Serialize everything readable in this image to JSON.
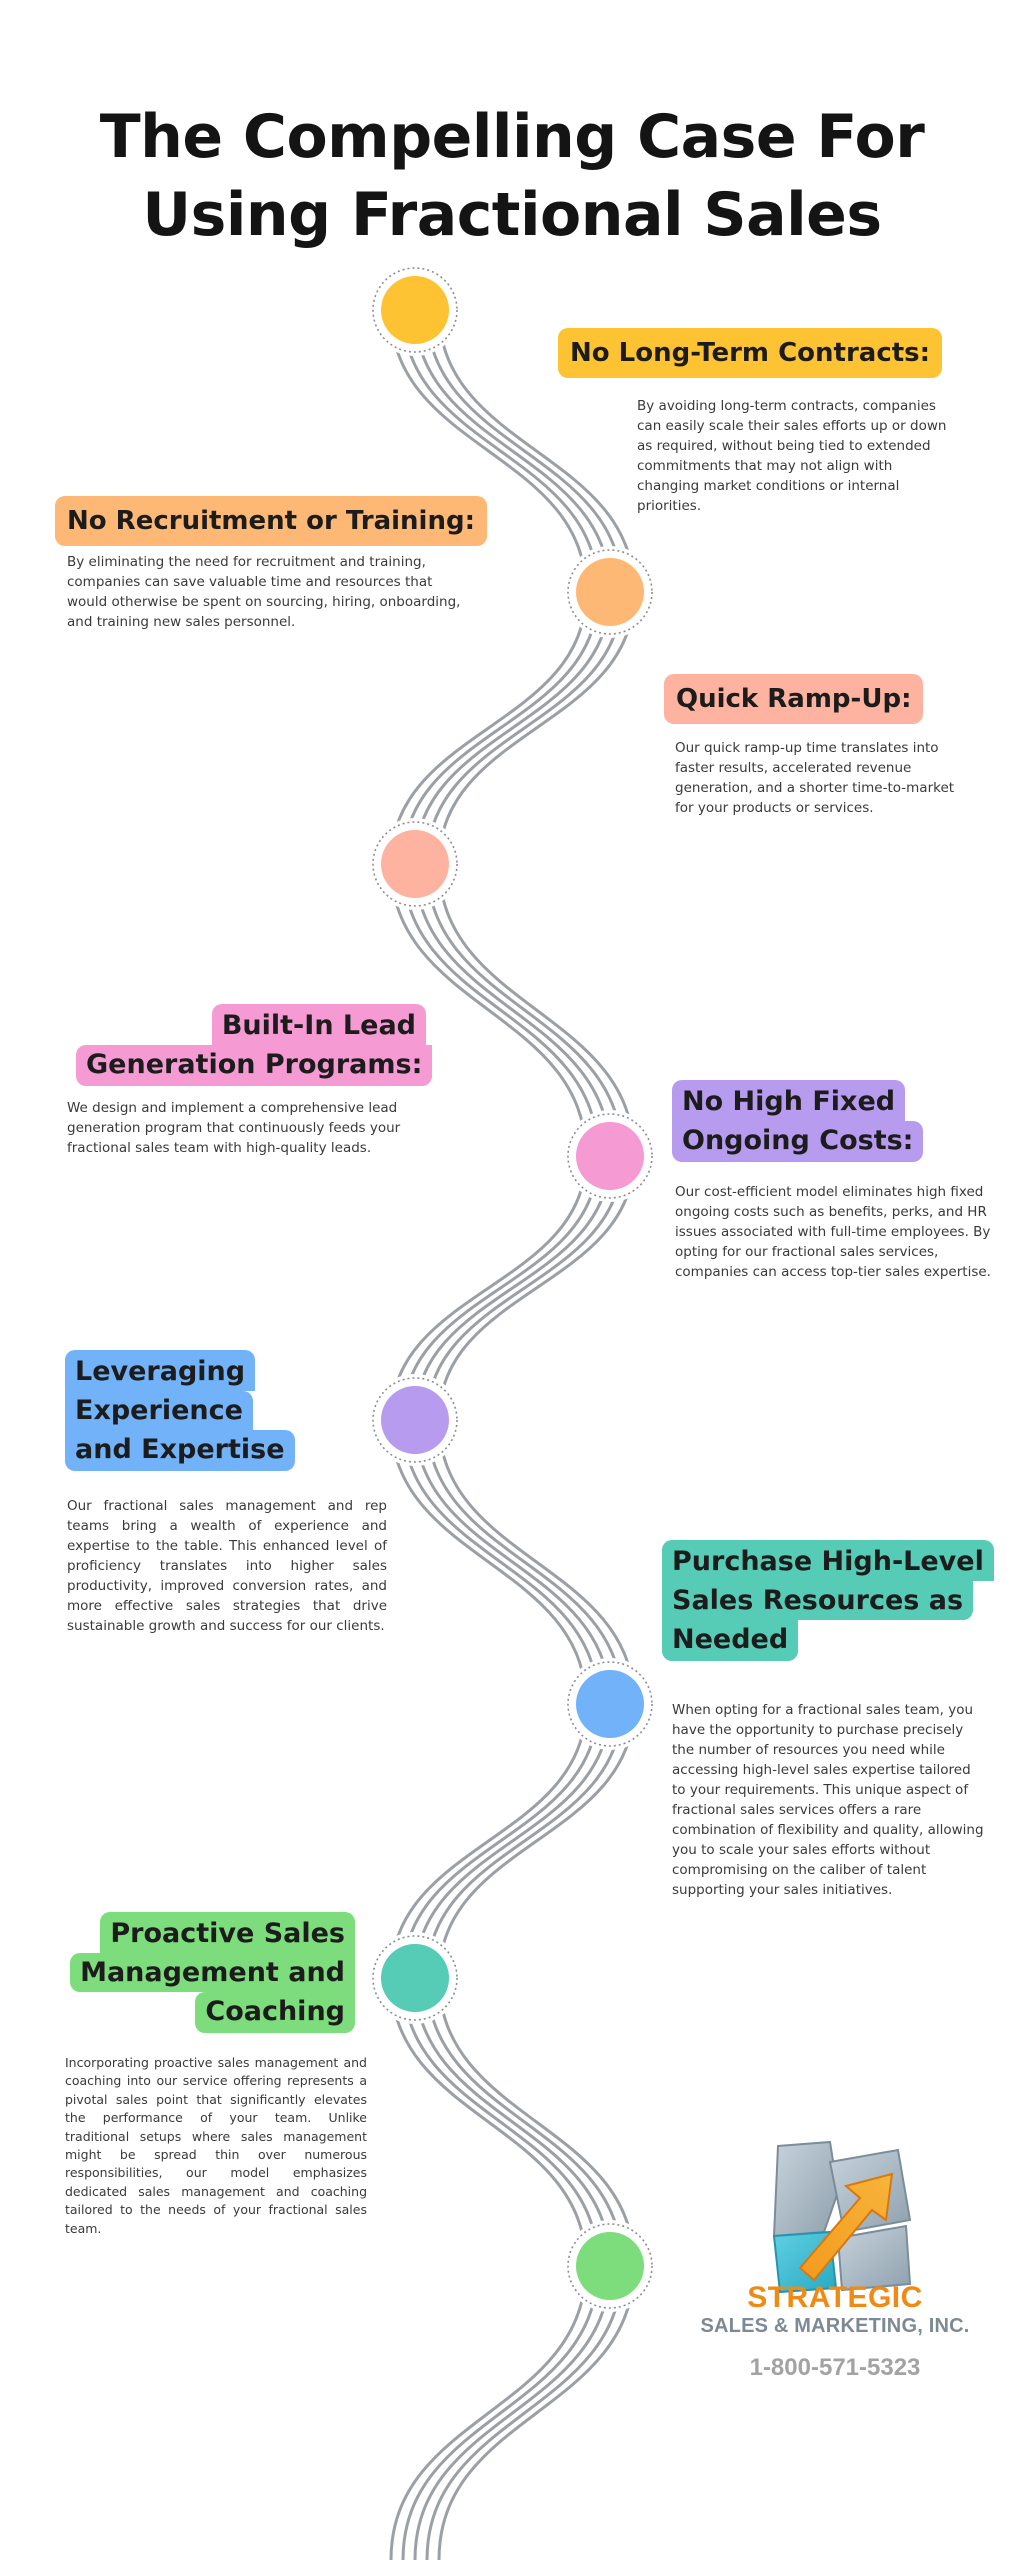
{
  "title": {
    "line1": "The Compelling Case For",
    "line2": "Using Fractional Sales"
  },
  "colors": {
    "line": "#9aa0a6",
    "yellow": "#fec333",
    "orange": "#feb875",
    "salmon": "#fdb39f",
    "pink": "#f59ad2",
    "purple": "#b79bee",
    "blue": "#71b2f8",
    "teal": "#56cbb5",
    "green": "#7ddc7b"
  },
  "sections": [
    {
      "heading": "No Long-Term Contracts:",
      "text": "By avoiding long-term contracts, companies can easily scale their sales efforts up or down as required, without being tied to extended commitments that may not align with changing market conditions or internal priorities."
    },
    {
      "heading": "No Recruitment or Training:",
      "text": "By eliminating the need for recruitment and training, companies can save valuable time and resources that would otherwise be spent on sourcing, hiring, onboarding, and training new sales personnel."
    },
    {
      "heading": "Quick Ramp-Up:",
      "text": "Our quick ramp-up time translates into faster results, accelerated revenue generation, and a shorter time-to-market for your products or services."
    },
    {
      "heading_lines": [
        "Built-In Lead",
        "Generation Programs:"
      ],
      "text": "We design and implement a comprehensive lead generation program that continuously feeds your fractional sales team with high-quality leads."
    },
    {
      "heading_lines": [
        "No High Fixed",
        "Ongoing Costs:"
      ],
      "text": "Our cost-efficient model eliminates high fixed ongoing costs such as benefits, perks, and HR issues associated with full-time employees. By opting for our fractional sales services, companies can access top-tier sales expertise."
    },
    {
      "heading_lines": [
        "Leveraging",
        "Experience",
        "and Expertise"
      ],
      "text": "Our fractional sales management and rep teams bring a wealth of experience and expertise to the table. This enhanced level of proficiency translates into higher sales productivity, improved conversion rates, and more effective sales strategies that drive sustainable growth and success for our clients."
    },
    {
      "heading_lines": [
        "Purchase High-Level",
        "Sales Resources as",
        "Needed"
      ],
      "text": "When opting for a fractional sales team, you have the opportunity to purchase precisely the number of resources you need while accessing high-level sales expertise tailored to your requirements. This unique aspect of fractional sales services offers a rare combination of flexibility and quality, allowing you to scale your sales efforts without compromising on the caliber of talent supporting your sales initiatives."
    },
    {
      "heading_lines": [
        "Proactive Sales",
        "Management and",
        "Coaching"
      ],
      "text": "Incorporating proactive sales management and coaching into our service offering represents a pivotal sales point that significantly elevates the performance of your team. Unlike traditional setups where sales management might be spread thin over numerous responsibilities, our model emphasizes dedicated sales management and coaching tailored to the needs of your fractional sales team."
    }
  ],
  "brand": {
    "name": "STRATEGIC",
    "sub": "SALES & MARKETING, INC.",
    "phone": "1-800-571-5323"
  }
}
